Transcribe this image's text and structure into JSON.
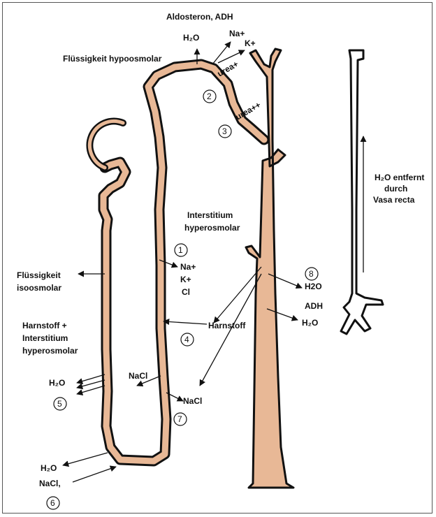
{
  "labels": {
    "aldosteron": "Aldosteron, ADH",
    "h2o_top": "H₂O",
    "na_top": "Na+",
    "k_top": "K+",
    "fluess_hypo": "Flüssigkeit hypoosmolar",
    "urea1": "urea+",
    "urea2": "urea++",
    "h2o_entfernt_1": "H₂O entfernt",
    "h2o_entfernt_2": "durch",
    "h2o_entfernt_3": "Vasa recta",
    "interstitium_1": "Interstitium",
    "interstitium_2": "hyperosmolar",
    "na_mid": "Na+",
    "k_mid": "K+",
    "cl_mid": "Cl",
    "fluess_iso_1": "Flüssigkeit",
    "fluess_iso_2": "isoosmolar",
    "h2o_8a": "H2O",
    "adh_8": "ADH",
    "h2o_8b": "H₂O",
    "harnstoff_mid": "Harnstoff",
    "harnstoff_left_1": "Harnstoff +",
    "harnstoff_left_2": "Interstitium",
    "harnstoff_left_3": "hyperosmolar",
    "h2o_5": "H₂O",
    "nacl_inner": "NaCl",
    "nacl_7": "NaCl",
    "h2o_bottom": "H₂O",
    "nacl_bottom": "NaCl,"
  },
  "markers": [
    "1",
    "2",
    "3",
    "4",
    "5",
    "6",
    "7",
    "8"
  ],
  "colors": {
    "tubule": "#e8b896",
    "outline": "#111111"
  }
}
